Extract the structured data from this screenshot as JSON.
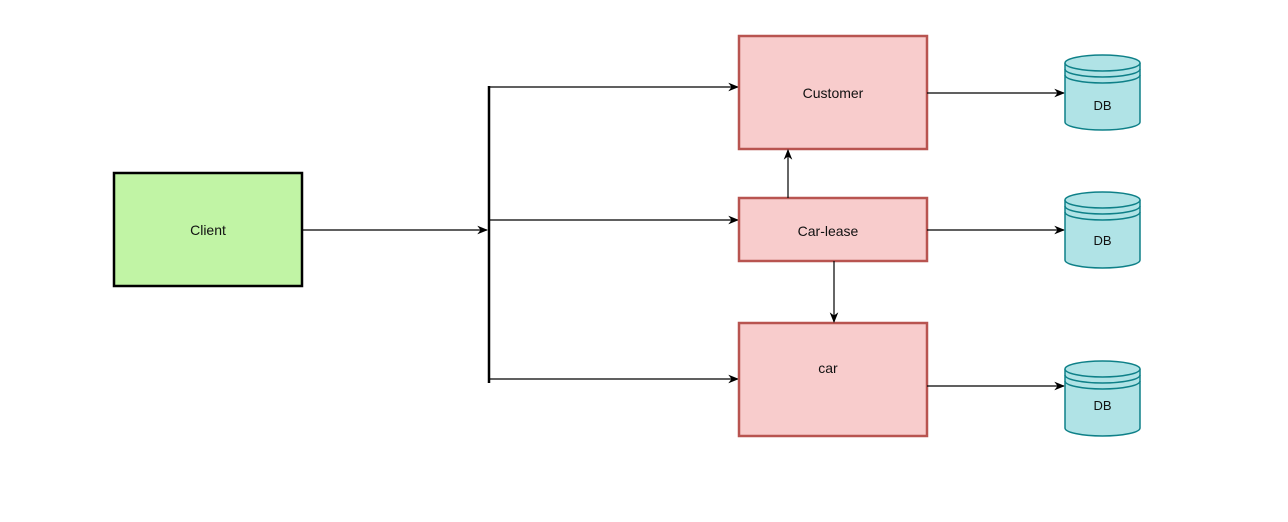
{
  "nodes": {
    "client": {
      "label": "Client",
      "fill": "#c1f4a5",
      "stroke": "#000000"
    },
    "customer": {
      "label": "Customer",
      "fill": "#f8cccc",
      "stroke": "#b85450"
    },
    "car_lease": {
      "label": "Car-lease",
      "fill": "#f8cccc",
      "stroke": "#b85450"
    },
    "car": {
      "label": "car",
      "fill": "#f8cccc",
      "stroke": "#b85450"
    }
  },
  "databases": [
    {
      "label": "DB",
      "fill": "#b0e3e6",
      "stroke": "#0e8088"
    },
    {
      "label": "DB",
      "fill": "#b0e3e6",
      "stroke": "#0e8088"
    },
    {
      "label": "DB",
      "fill": "#b0e3e6",
      "stroke": "#0e8088"
    }
  ]
}
